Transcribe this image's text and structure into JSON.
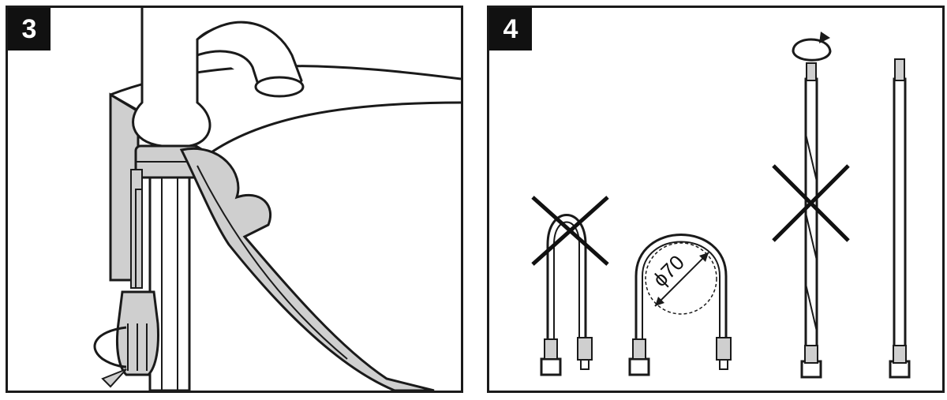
{
  "steps": [
    {
      "number": "3"
    },
    {
      "number": "4",
      "dimension_label": "ϕ70"
    }
  ],
  "colors": {
    "outline": "#1a1a1a",
    "fill_gray": "#cfcfcf",
    "background": "#ffffff"
  }
}
